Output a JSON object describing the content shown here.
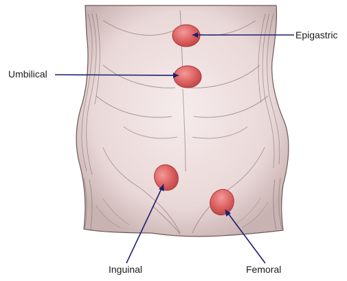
{
  "labels": {
    "epigastric": "Epigastric",
    "umbilical": "Umbilical",
    "inguinal": "Inguinal",
    "femoral": "Femoral"
  },
  "colors": {
    "hernia_fill": "#e06a6a",
    "hernia_stroke": "#a83a3a",
    "leader_line": "#1a1f6e",
    "skin": "#f0e2e2",
    "sketch": "#5a4a4a"
  }
}
